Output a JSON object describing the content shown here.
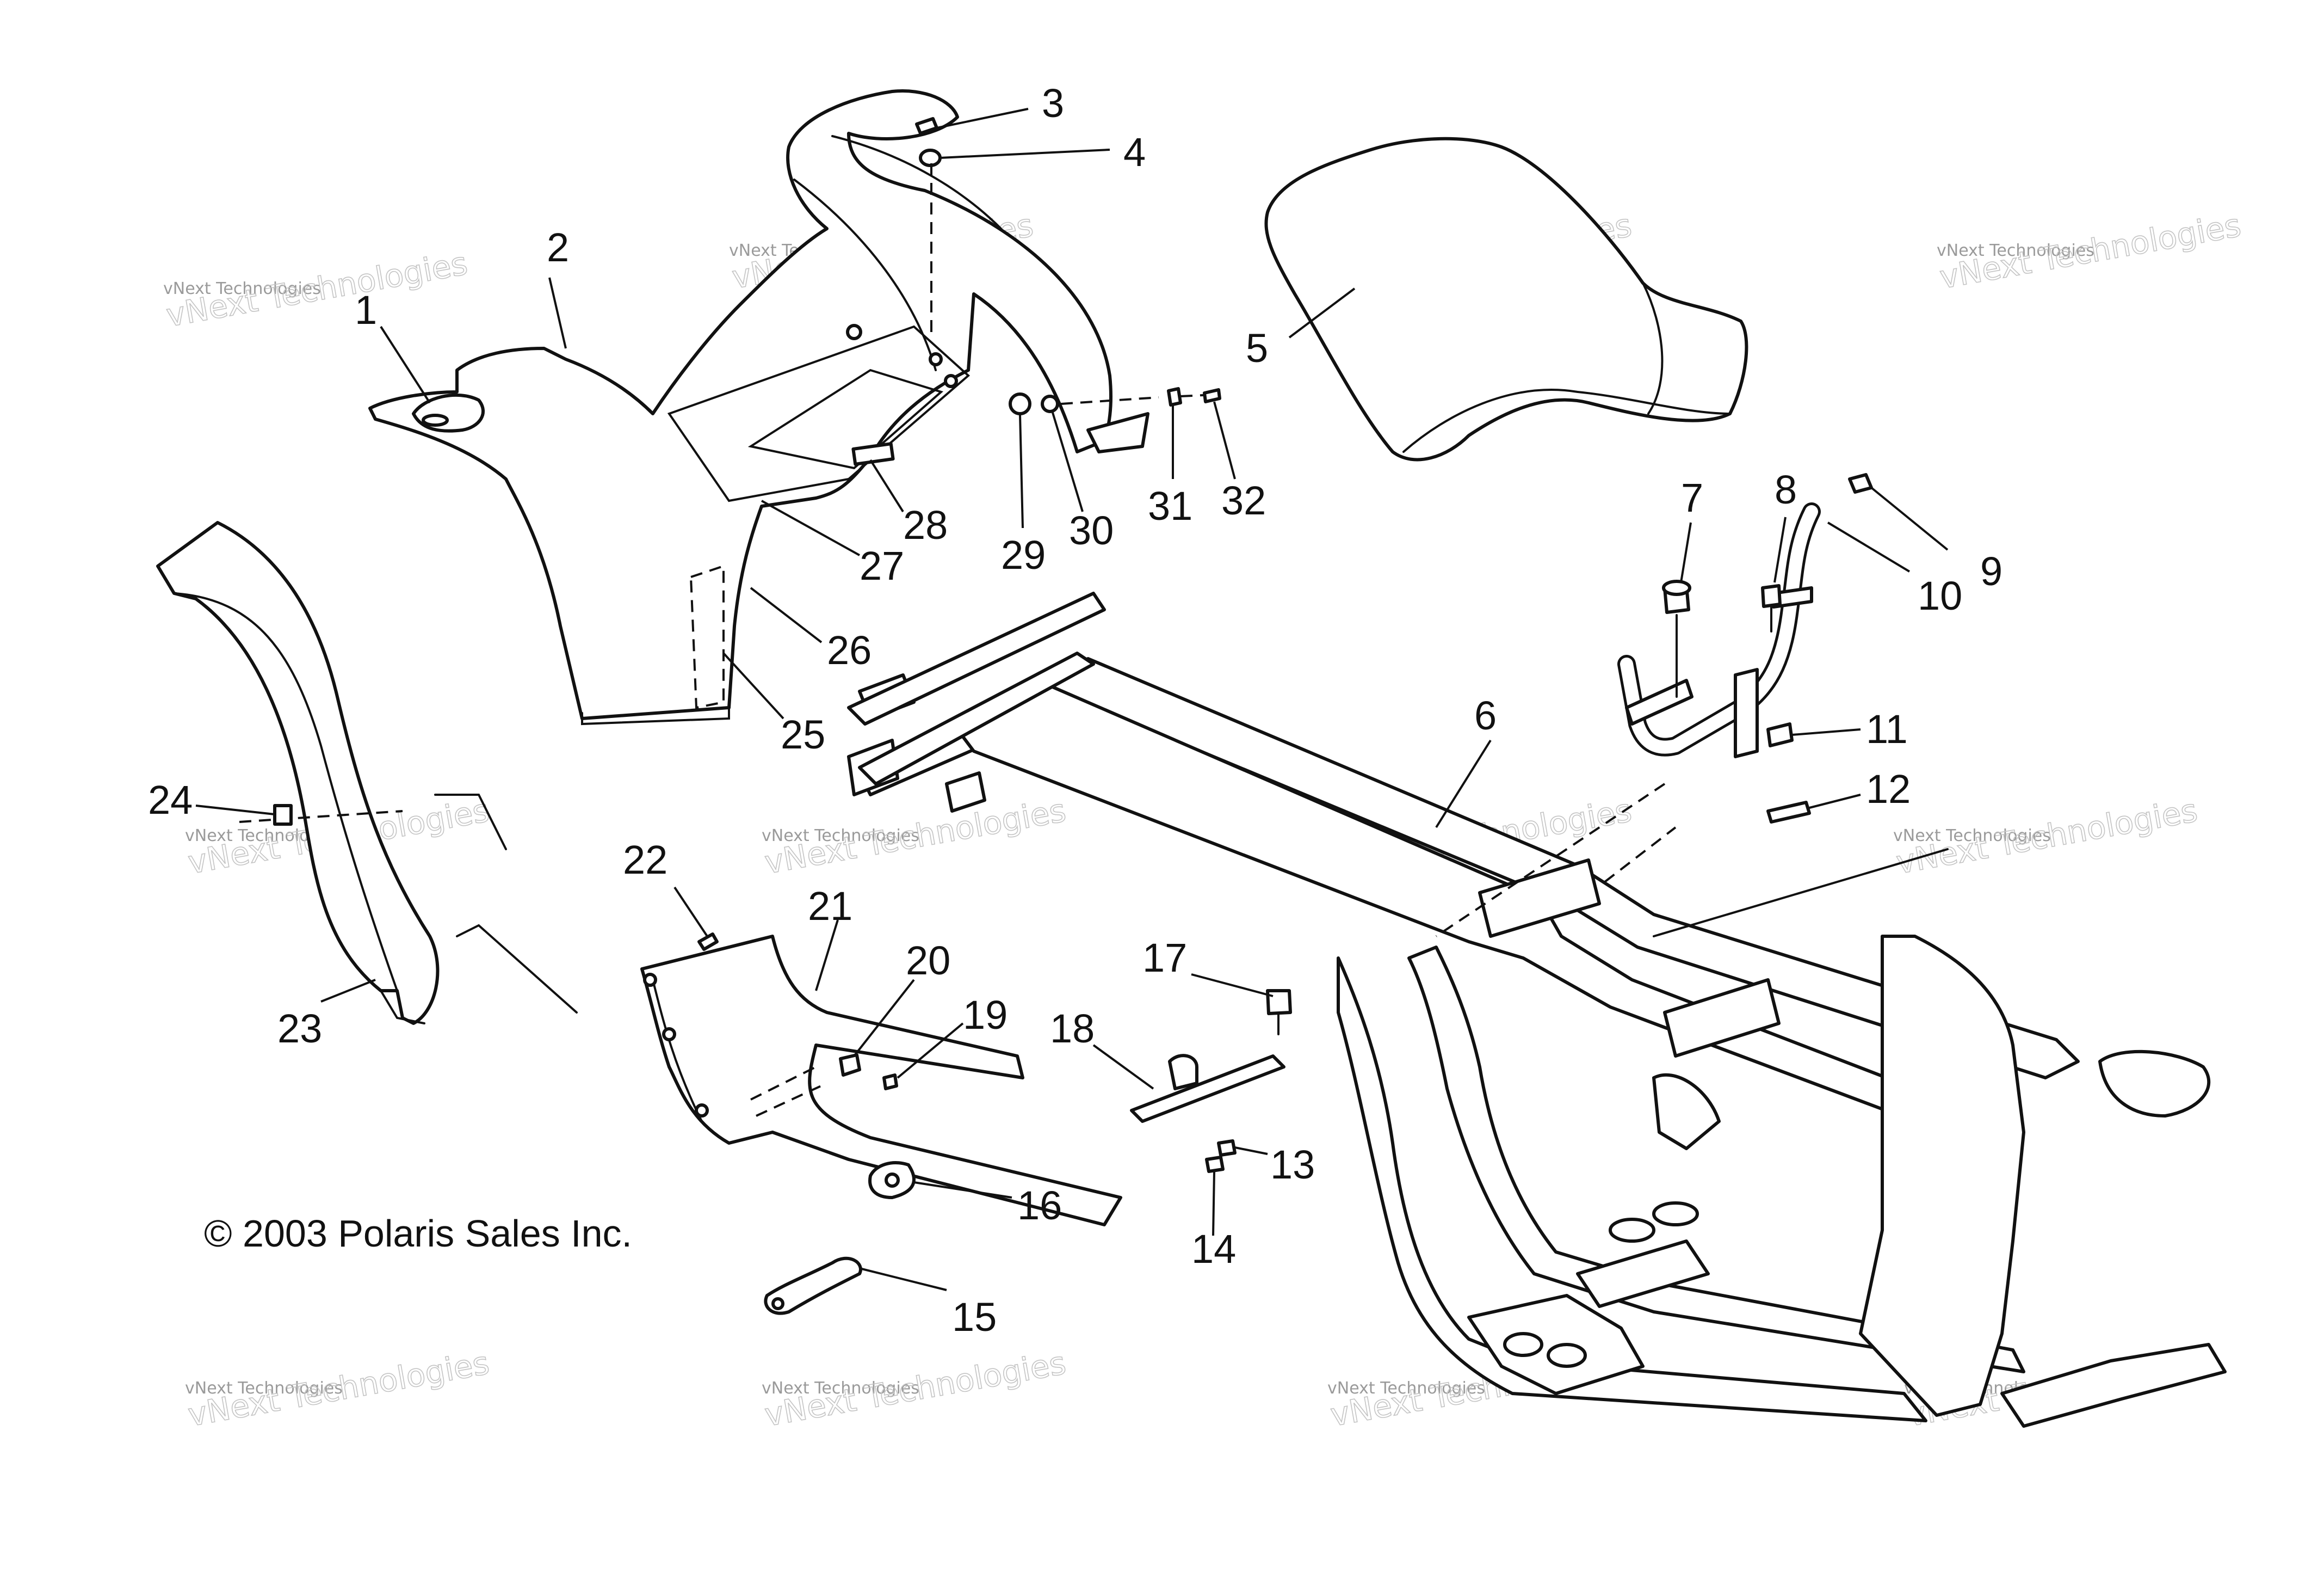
{
  "diagram": {
    "copyright": "© 2003 Polaris Sales Inc.",
    "watermark_small": "vNext Technologies",
    "watermark_large": "vNext Technologies",
    "callouts": [
      "1",
      "2",
      "3",
      "4",
      "5",
      "6",
      "7",
      "8",
      "9",
      "10",
      "11",
      "12",
      "13",
      "14",
      "15",
      "16",
      "17",
      "18",
      "19",
      "20",
      "21",
      "22",
      "23",
      "24",
      "25",
      "26",
      "27",
      "28",
      "29",
      "30",
      "31",
      "32"
    ]
  }
}
